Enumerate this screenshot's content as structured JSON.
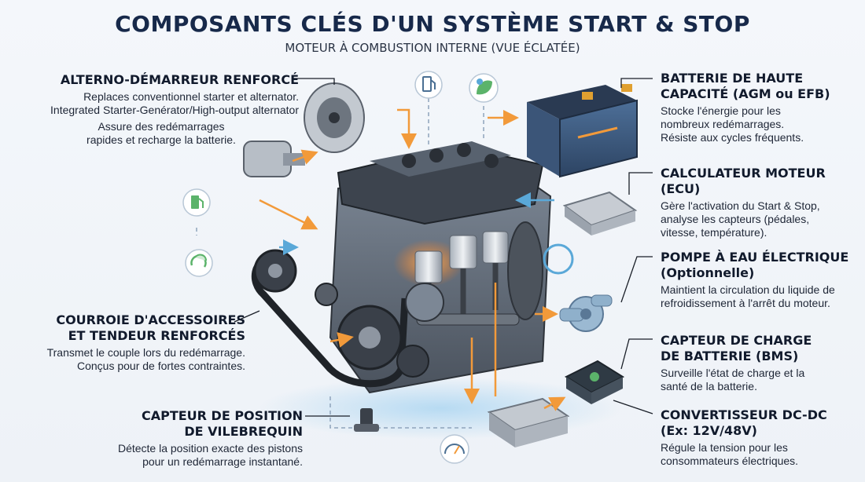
{
  "header": {
    "title": "COMPOSANTS CLÉS D'UN SYSTÈME START & STOP",
    "subtitle": "MOTEUR À COMBUSTION INTERNE (VUE ÉCLATÉE)"
  },
  "labels": {
    "alterno": {
      "title": "ALTERNO-DÉMARREUR RENFORCÉ",
      "lines": [
        "Replaces conventionnel starter et alternator.",
        "Integrated Starter-Genérator/High-output alternator",
        "Assure des redémarrages",
        "rapides et recharge la batterie."
      ]
    },
    "courroie": {
      "title_lines": [
        "COURROIE D'ACCESSOIRES",
        "ET TENDEUR RENFORCÉS"
      ],
      "lines": [
        "Transmet le couple lors du redémarrage.",
        "Conçus pour de fortes contraintes."
      ]
    },
    "vilebrequin": {
      "title_lines": [
        "CAPTEUR DE POSITION",
        "DE VILEBREQUIN"
      ],
      "lines": [
        "Détecte la position exacte des pistons",
        "pour un redémarrage instantané."
      ]
    },
    "batterie": {
      "title_lines": [
        "BATTERIE DE HAUTE",
        "CAPACITÉ (AGM ou EFB)"
      ],
      "lines": [
        "Stocke l'énergie pour les",
        "nombreux redémarrages.",
        "Résiste aux cycles fréquents."
      ]
    },
    "ecu": {
      "title": "CALCULATEUR MOTEUR (ECU)",
      "lines": [
        "Gère l'activation du Start & Stop,",
        "analyse les capteurs (pédales,",
        "vitesse, température)."
      ]
    },
    "pompe": {
      "title_lines": [
        "POMPE À EAU ÉLECTRIQUE",
        "(Optionnelle)"
      ],
      "lines": [
        "Maintient la circulation du liquide de",
        "refroidissement à l'arrêt du moteur."
      ]
    },
    "bms": {
      "title_lines": [
        "CAPTEUR DE CHARGE",
        "DE BATTERIE (BMS)"
      ],
      "lines": [
        "Surveille l'état de charge et la",
        "santé de la batterie."
      ]
    },
    "dcdc": {
      "title_lines": [
        "CONVERTISSEUR DC-DC",
        "(Ex: 12V/48V)"
      ],
      "lines": [
        "Régule la tension pour les",
        "consommateurs électriques."
      ]
    }
  },
  "colors": {
    "title": "#17294a",
    "engine_block": "#5b6470",
    "engine_dark": "#2e333a",
    "battery_body": "#3c5a80",
    "accent_orange": "#f29a3a",
    "accent_blue": "#5aa8d8",
    "eco_green": "#5bb36a"
  },
  "icons": [
    "fuel-pump-icon",
    "eco-leaf-icon",
    "fuel-station-icon",
    "eco-recycle-icon",
    "gauge-icon"
  ]
}
